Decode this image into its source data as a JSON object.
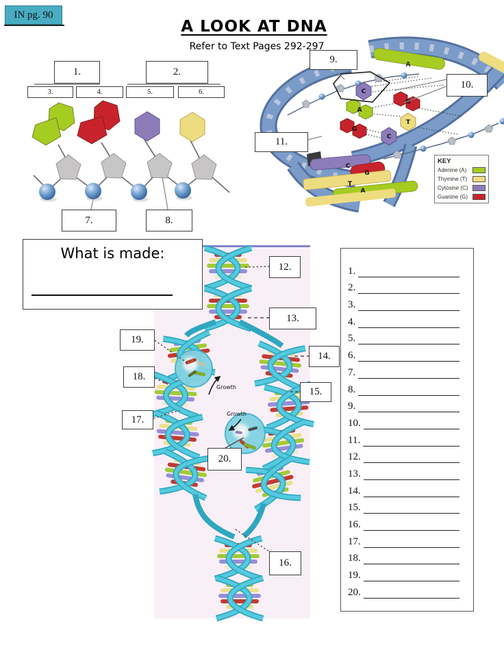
{
  "page": {
    "corner_tag": "IN pg. 90",
    "title": "A LOOK AT DNA",
    "subtitle": "Refer to Text Pages 292-297"
  },
  "colors": {
    "tag_background": "#48acc2",
    "adenine_green": "#a6cb21",
    "thymine_yellow": "#eedc80",
    "cytosine_purple": "#8d7cba",
    "guanine_red": "#c8232c",
    "helix_ribbon_blue": "#6e96c8",
    "replication_ribbon_cyan": "#3fbdd3",
    "replication_background_pink": "#f9eff7"
  },
  "label_boxes": {
    "n1": "1.",
    "n2": "2.",
    "n3": "3.",
    "n4": "4.",
    "n5": "5.",
    "n6": "6.",
    "n7": "7.",
    "n8": "8.",
    "n9": "9.",
    "n10": "10.",
    "n11": "11.",
    "n12": "12.",
    "n13": "13.",
    "n14": "14.",
    "n15": "15.",
    "n16": "16.",
    "n17": "17.",
    "n18": "18.",
    "n19": "19.",
    "n20": "20."
  },
  "what_is_made": {
    "heading": "What is made:"
  },
  "key": {
    "title": "KEY",
    "entries": [
      {
        "label": "Adenine (A)",
        "color": "#a6cb21",
        "swatch_style": "background:#a6cb21"
      },
      {
        "label": "Thymine (T)",
        "color": "#eedc80",
        "swatch_style": "background:#eedc80"
      },
      {
        "label": "Cytosine (C)",
        "color": "#8d7cba",
        "swatch_style": "background:#8d7cba"
      },
      {
        "label": "Guanine (G)",
        "color": "#c8232c",
        "swatch_style": "background:#c8232c"
      }
    ]
  },
  "helix": {
    "top_bar_letter": "A",
    "pair_letters": {
      "c1": "C",
      "g1": "G",
      "a1": "A",
      "t1": "T",
      "g2": "G",
      "c2": "C"
    },
    "bottom_letters": {
      "c": "C",
      "g": "G",
      "t": "T",
      "a": "A"
    }
  },
  "replication": {
    "growth1": "Growth",
    "growth2": "Growth"
  },
  "answers": {
    "items": [
      {
        "n": "1."
      },
      {
        "n": "2."
      },
      {
        "n": "3."
      },
      {
        "n": "4."
      },
      {
        "n": "5."
      },
      {
        "n": "6."
      },
      {
        "n": "7."
      },
      {
        "n": "8."
      },
      {
        "n": "9."
      },
      {
        "n": "10."
      },
      {
        "n": "11."
      },
      {
        "n": "12."
      },
      {
        "n": "13."
      },
      {
        "n": "14."
      },
      {
        "n": "15."
      },
      {
        "n": "16."
      },
      {
        "n": "17."
      },
      {
        "n": "18."
      },
      {
        "n": "19."
      },
      {
        "n": "20."
      }
    ]
  }
}
